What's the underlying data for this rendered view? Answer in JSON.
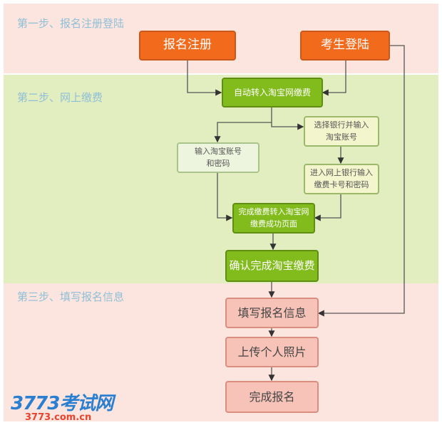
{
  "steps": [
    "第一步、报名注册登陆",
    "第二步、网上缴费",
    "第三步、填写报名信息"
  ],
  "nodes": {
    "register": "报名注册",
    "login": "考生登陆",
    "auto_taobao": "自动转入淘宝网缴费",
    "choose_bank": "选择银行并输入淘宝账号",
    "input_taobao": "输入淘宝账号和密码",
    "bank_input": "进入网上银行输入缴费卡号和密码",
    "complete_pay": "完成缴费转入淘宝网缴费成功页面",
    "confirm": "确认完成淘宝缴费",
    "fill_info": "填写报名信息",
    "upload_photo": "上传个人照片",
    "finish": "完成报名"
  },
  "logo": {
    "name": "3773考试网",
    "url": "3773.com.cn"
  },
  "colors": {
    "orange": "#f26b1d",
    "green": "#82bb1c",
    "pink": "#f7c3b8"
  }
}
